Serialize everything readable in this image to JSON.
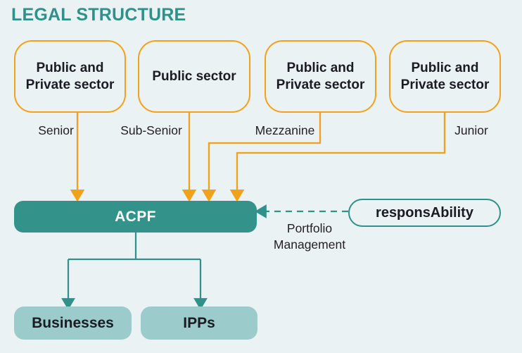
{
  "header": {
    "title": "LEGAL STRUCTURE"
  },
  "colors": {
    "background": "#eaf2f4",
    "accent_teal": "#339289",
    "title_teal": "#2f9189",
    "investor_orange": "#f2a11b",
    "investee_teal_light": "#9ccbcc",
    "text_dark": "#1b1b24"
  },
  "investors": [
    {
      "label": "Public and Private sector",
      "tranche": "Senior"
    },
    {
      "label": "Public sector",
      "tranche": "Sub-Senior"
    },
    {
      "label": "Public and Private sector",
      "tranche": "Mezzanine"
    },
    {
      "label": "Public and Private sector",
      "tranche": "Junior"
    }
  ],
  "fund": {
    "label": "ACPF"
  },
  "manager": {
    "label": "responsAbility",
    "relation_line1": "Portfolio",
    "relation_line2": "Management"
  },
  "investees": [
    {
      "label": "Businesses"
    },
    {
      "label": "IPPs"
    }
  ]
}
